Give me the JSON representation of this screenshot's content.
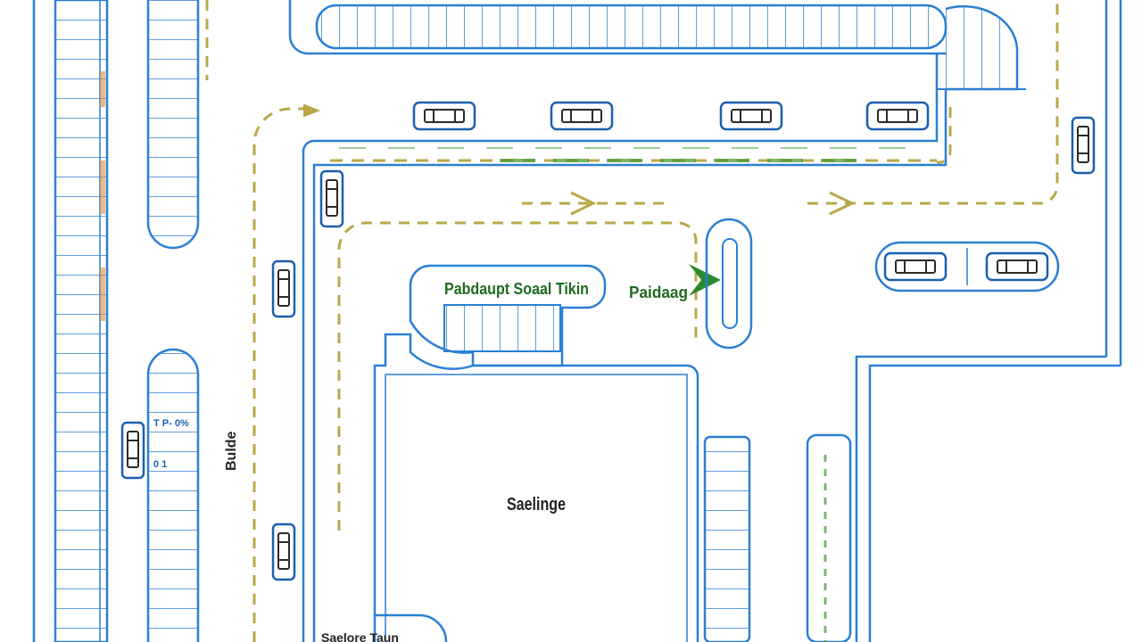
{
  "labels": {
    "pickup": "Pabdaupt Soaal Tikin",
    "pickup_arrow_text": "Paidaag",
    "building": "Saelinge",
    "left_vertical": "Bulde",
    "left_island_text": "T P- 0%",
    "left_island_text2": "0 1",
    "bottom_text": "Saelore Taun"
  },
  "colors": {
    "line": "#2b7fd4",
    "line_dark": "#1b5fb0",
    "path": "#b9a84a",
    "path_green": "#3f9a2f",
    "arrow_green": "#2c8a2c",
    "pickup_text": "#1f6b1f",
    "accent_orange": "#d98a3a",
    "car_fill": "#ffffff",
    "car_dark": "#2a2a2a"
  },
  "icons": [
    "car-icon",
    "direction-arrow-icon",
    "parking-stall-icon"
  ]
}
